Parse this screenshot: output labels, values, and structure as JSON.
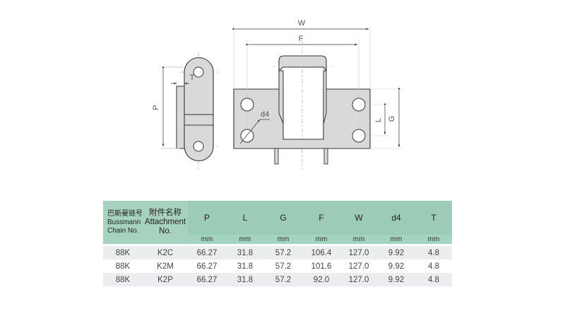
{
  "diagram": {
    "labels": {
      "W": "W",
      "F": "F",
      "P": "P",
      "T": "T",
      "L": "L",
      "G": "G",
      "d4": "d4"
    }
  },
  "table": {
    "header": {
      "chain_no_cn": "巴斯曼链号",
      "chain_no_en1": "Bussmann",
      "chain_no_en2": "Chain No.",
      "attach_cn": "附件名称",
      "attach_en1": "Attachment",
      "attach_en2": "No.",
      "params": [
        "P",
        "L",
        "G",
        "F",
        "W",
        "d4",
        "T"
      ],
      "units": [
        "mm",
        "mm",
        "mm",
        "mm",
        "mm",
        "mm",
        "mm"
      ]
    },
    "rows": [
      {
        "chain": "88K",
        "attachment": "K2C",
        "P": "66.27",
        "L": "31.8",
        "G": "57.2",
        "F": "106.4",
        "W": "127.0",
        "d4": "9.92",
        "T": "4.8"
      },
      {
        "chain": "88K",
        "attachment": "K2M",
        "P": "66.27",
        "L": "31.8",
        "G": "57.2",
        "F": "101.6",
        "W": "127.0",
        "d4": "9.92",
        "T": "4.8"
      },
      {
        "chain": "88K",
        "attachment": "K2P",
        "P": "66.27",
        "L": "31.8",
        "G": "57.2",
        "F": "92.0",
        "W": "127.0",
        "d4": "9.92",
        "T": "4.8"
      }
    ]
  },
  "colors": {
    "header_green": "#9ccbb8",
    "row_shade": "#ebedef",
    "part_fill": "#d9d9d9",
    "outline": "#333333"
  }
}
